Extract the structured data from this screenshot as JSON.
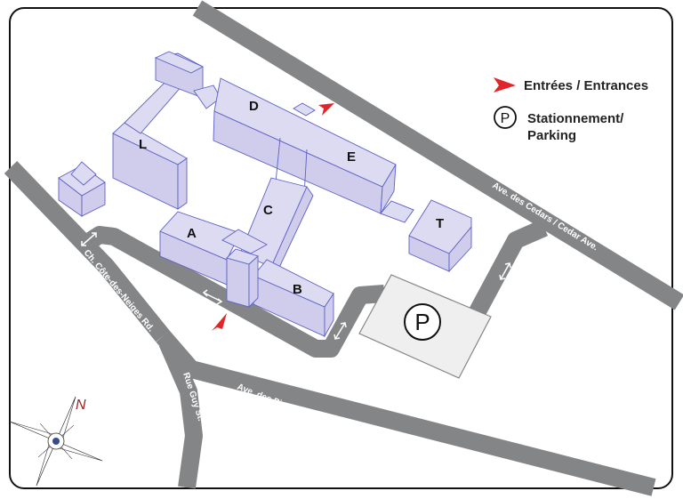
{
  "legend": {
    "entrances_label": "Entrées / Entrances",
    "parking_label_line1": "Stationnement/",
    "parking_label_line2": "Parking",
    "parking_symbol": "P"
  },
  "buildings": {
    "L": "L",
    "D": "D",
    "E": "E",
    "C": "C",
    "A": "A",
    "B": "B",
    "T": "T"
  },
  "roads": {
    "cedar": "Ave. des Cedars / Cedar Ave.",
    "cote_des_neiges": "Ch. Côte-des-Neiges Rd.",
    "guy": "Rue Guy St.",
    "pins": "Ave. des Pins / Pine Ave."
  },
  "parking_lot_symbol": "P",
  "compass": {
    "north_label": "N"
  },
  "colors": {
    "road": "#848587",
    "building": "#dcdbf2",
    "building_outline": "#5c60c4",
    "entrance": "#e0262a",
    "north": "#a51c1c"
  }
}
